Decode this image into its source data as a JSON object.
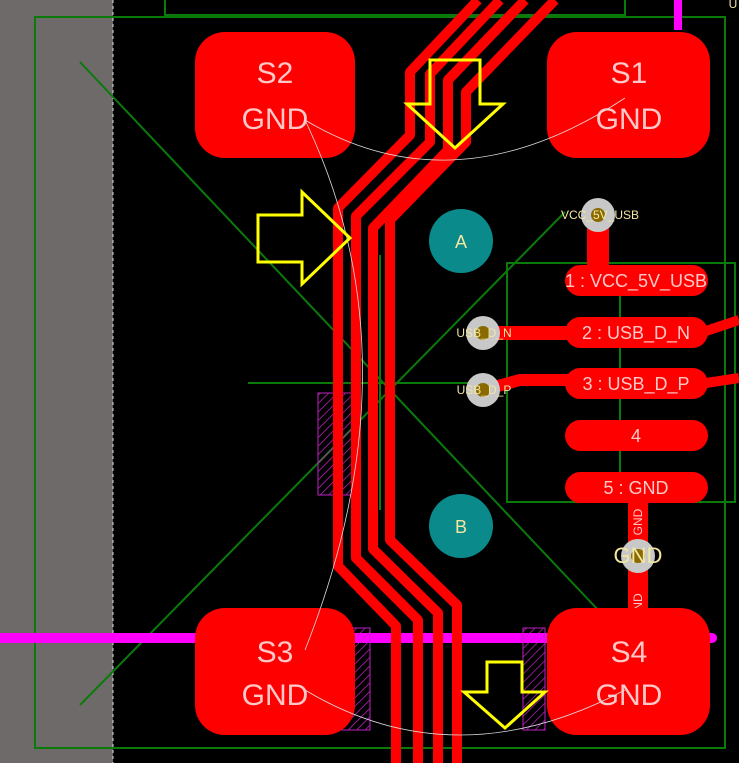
{
  "colors": {
    "copper": "#ff0000",
    "silkscreen": "#ffff00",
    "outline": "#0a7a0a",
    "keepout": "#ff00ff",
    "via": "#c8c8c8",
    "testpoint": "#0a8a8a",
    "background": "#000000"
  },
  "pads": [
    {
      "designator": "S2",
      "net": "GND"
    },
    {
      "designator": "S1",
      "net": "GND"
    },
    {
      "designator": "S3",
      "net": "GND"
    },
    {
      "designator": "S4",
      "net": "GND"
    }
  ],
  "pins": [
    {
      "label": "1 : VCC_5V_USB"
    },
    {
      "label": "2 : USB_D_N"
    },
    {
      "label": "3 : USB_D_P"
    },
    {
      "label": "4"
    },
    {
      "label": "5 : GND"
    }
  ],
  "vias": [
    {
      "net": "VCC_5V_USB"
    },
    {
      "net": "USB_D_N"
    },
    {
      "net": "USB_D_P"
    },
    {
      "net": "GND"
    }
  ],
  "trace_labels": {
    "gnd_upper": "GND",
    "gnd_lower": "ND"
  },
  "testpoints": [
    {
      "label": "A"
    },
    {
      "label": "B"
    }
  ],
  "corner_text": "U"
}
